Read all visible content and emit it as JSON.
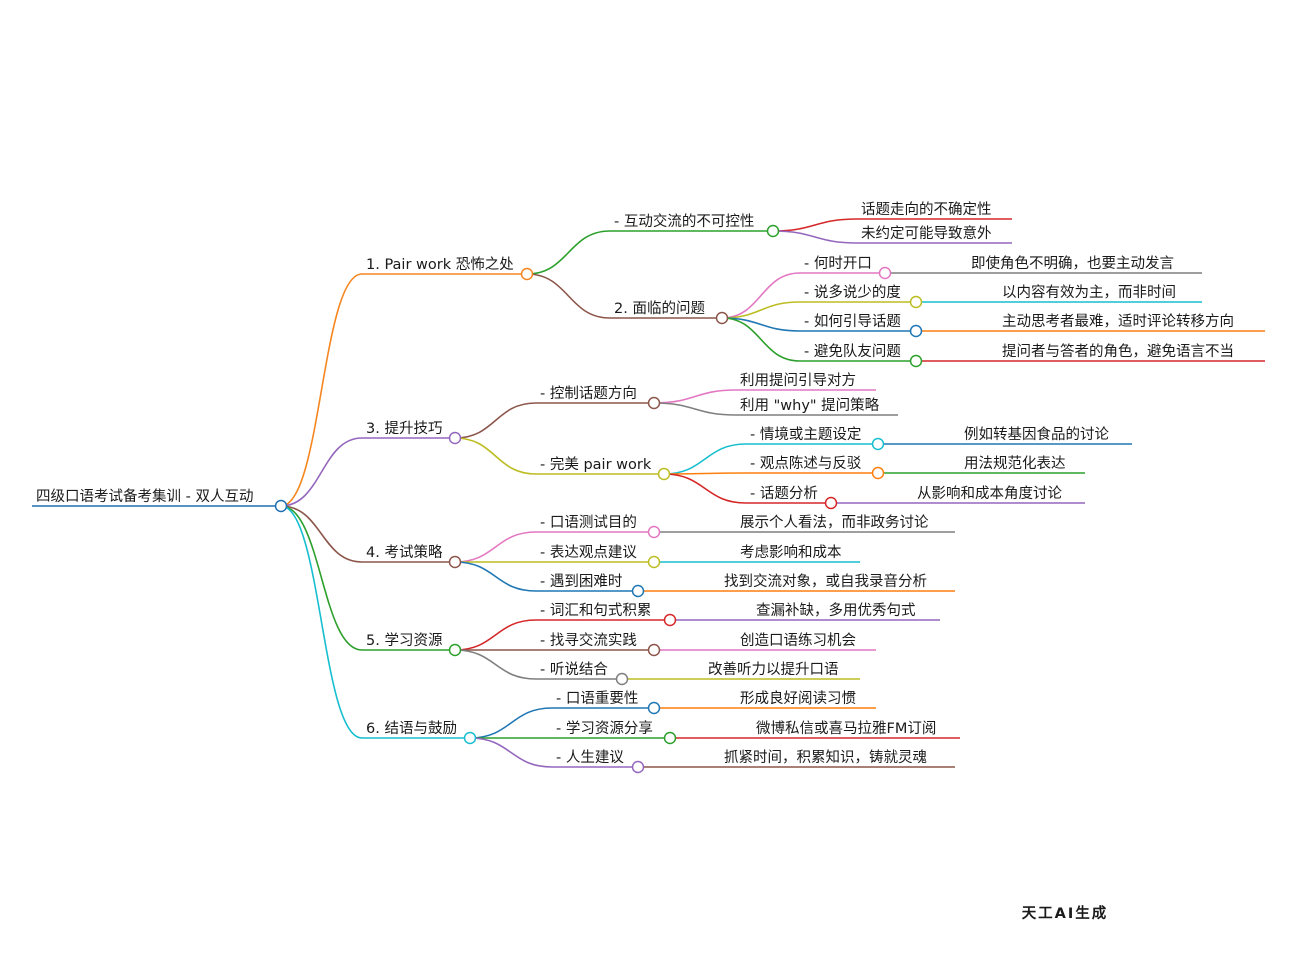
{
  "root": {
    "label": "四级口语考试备考集训 - 双人互动",
    "color": "#1f6fb2"
  },
  "watermark": "天工AI生成",
  "branches": [
    {
      "label": "1. Pair work 恐怖之处",
      "color": "#f5861f",
      "children": [
        {
          "label": "- 互动交流的不可控性",
          "color": "#2ca02c",
          "children": [
            {
              "label": "话题走向的不确定性",
              "color": "#d62728"
            },
            {
              "label": "未约定可能导致意外",
              "color": "#9467bd"
            }
          ]
        },
        {
          "label": "2. 面临的问题",
          "color": "#8c564b",
          "children": [
            {
              "label": "- 何时开口",
              "color": "#e377c2",
              "children": [
                {
                  "label": "即使角色不明确，也要主动发言",
                  "color": "#7f7f7f"
                }
              ]
            },
            {
              "label": "- 说多说少的度",
              "color": "#bcbd22",
              "children": [
                {
                  "label": "以内容有效为主，而非时间",
                  "color": "#17becf"
                }
              ]
            },
            {
              "label": "- 如何引导话题",
              "color": "#1f77b4",
              "children": [
                {
                  "label": "主动思考者最难，适时评论转移方向",
                  "color": "#ff7f0e"
                }
              ]
            },
            {
              "label": "- 避免队友问题",
              "color": "#2ca02c",
              "children": [
                {
                  "label": "提问者与答者的角色，避免语言不当",
                  "color": "#d62728"
                }
              ]
            }
          ]
        }
      ]
    },
    {
      "label": "3. 提升技巧",
      "color": "#9467bd",
      "children": [
        {
          "label": "- 控制话题方向",
          "color": "#8c564b",
          "children": [
            {
              "label": "利用提问引导对方",
              "color": "#e377c2"
            },
            {
              "label": "利用 \"why\" 提问策略",
              "color": "#7f7f7f"
            }
          ]
        },
        {
          "label": "- 完美 pair work",
          "color": "#bcbd22",
          "children": [
            {
              "label": "- 情境或主题设定",
              "color": "#17becf",
              "children": [
                {
                  "label": "例如转基因食品的讨论",
                  "color": "#1f77b4"
                }
              ]
            },
            {
              "label": "- 观点陈述与反驳",
              "color": "#ff7f0e",
              "children": [
                {
                  "label": "用法规范化表达",
                  "color": "#2ca02c"
                }
              ]
            },
            {
              "label": "- 话题分析",
              "color": "#d62728",
              "children": [
                {
                  "label": "从影响和成本角度讨论",
                  "color": "#9467bd"
                }
              ]
            }
          ]
        }
      ]
    },
    {
      "label": "4. 考试策略",
      "color": "#8c564b",
      "children": [
        {
          "label": "- 口语测试目的",
          "color": "#e377c2",
          "children": [
            {
              "label": "展示个人看法，而非政务讨论",
              "color": "#7f7f7f"
            }
          ]
        },
        {
          "label": "- 表达观点建议",
          "color": "#bcbd22",
          "children": [
            {
              "label": "考虑影响和成本",
              "color": "#17becf"
            }
          ]
        },
        {
          "label": "- 遇到困难时",
          "color": "#1f77b4",
          "children": [
            {
              "label": "找到交流对象，或自我录音分析",
              "color": "#ff7f0e"
            }
          ]
        }
      ]
    },
    {
      "label": "5. 学习资源",
      "color": "#2ca02c",
      "children": [
        {
          "label": "- 词汇和句式积累",
          "color": "#d62728",
          "children": [
            {
              "label": "查漏补缺，多用优秀句式",
              "color": "#9467bd"
            }
          ]
        },
        {
          "label": "- 找寻交流实践",
          "color": "#8c564b",
          "children": [
            {
              "label": "创造口语练习机会",
              "color": "#e377c2"
            }
          ]
        },
        {
          "label": "- 听说结合",
          "color": "#7f7f7f",
          "children": [
            {
              "label": "改善听力以提升口语",
              "color": "#bcbd22"
            }
          ]
        }
      ]
    },
    {
      "label": "6. 结语与鼓励",
      "color": "#17becf",
      "children": [
        {
          "label": "- 口语重要性",
          "color": "#1f77b4",
          "children": [
            {
              "label": "形成良好阅读习惯",
              "color": "#ff7f0e"
            }
          ]
        },
        {
          "label": "- 学习资源分享",
          "color": "#2ca02c",
          "children": [
            {
              "label": "微博私信或喜马拉雅FM订阅",
              "color": "#d62728"
            }
          ]
        },
        {
          "label": "- 人生建议",
          "color": "#9467bd",
          "children": [
            {
              "label": "抓紧时间，积累知识，铸就灵魂",
              "color": "#8c564b"
            }
          ]
        }
      ]
    }
  ]
}
